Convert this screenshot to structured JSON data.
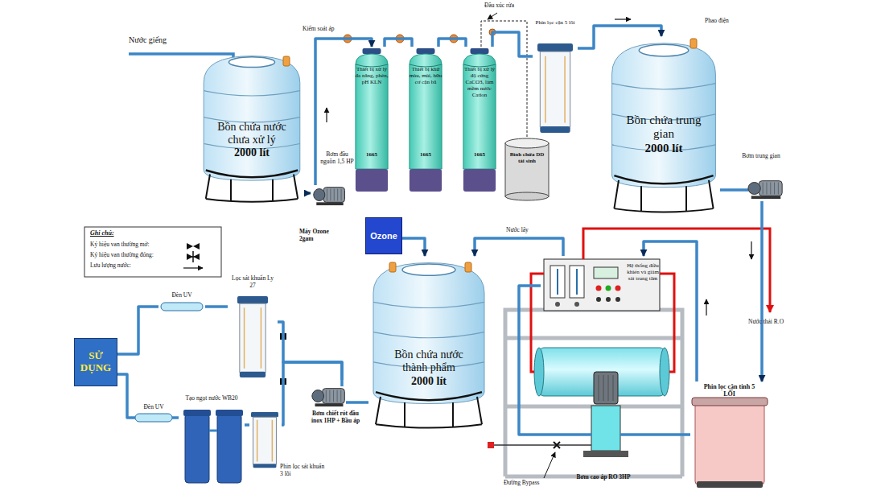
{
  "diagram": {
    "nodes": [
      {
        "text": [
          "Bồn chứa nước chưa xử lý",
          "2000 lít"
        ]
      },
      {
        "text": [
          "Bơm đầu nguồn 1,5 HP"
        ]
      },
      {
        "text": [
          "Thiết bị xử lý đa năng, phèn, pH KLN",
          "1665"
        ]
      },
      {
        "text": [
          "Thiết bị khử màu, mùi, hữu cơ cặn bã",
          "1665"
        ]
      },
      {
        "text": [
          "Thiết bị xử lý độ cứng CaCO3, làm mềm nước Cation",
          "1665"
        ]
      },
      {
        "text": [
          "Bình chứa DD tái sinh"
        ]
      },
      {
        "text": [
          "Phin lọc cặn 5 lõi"
        ]
      },
      {
        "text": [
          "Bồn chứa trung gian",
          "2000 lít"
        ]
      },
      {
        "text": [
          "Bơm trung gian"
        ]
      },
      {
        "text": [
          "Phin lọc cặn tinh 5 LÕI"
        ]
      },
      {
        "text": [
          "Bơm cao áp RO 3HP"
        ]
      },
      {
        "text": [
          "Hệ thống điều khiển và giám sát trung tâm"
        ]
      },
      {
        "text": [
          "Ozone",
          "Máy Ozone 2gam"
        ]
      },
      {
        "text": [
          "Bồn chứa nước thành phẩm",
          "2000 lít"
        ]
      },
      {
        "text": [
          "Bơm chiết rót đầu inox 1HP + Bầu áp"
        ]
      },
      {
        "text": [
          "Lọc sát khuẩn Ly 27"
        ]
      },
      {
        "text": [
          "Đèn UV"
        ]
      },
      {
        "text": [
          "SỬ DỤNG"
        ]
      },
      {
        "text": [
          "Đèn UV"
        ]
      },
      {
        "text": [
          "Tạo ngọt nước WB20"
        ]
      },
      {
        "text": [
          "Phin lọc sát khuẩn 3 lõi"
        ]
      }
    ],
    "edges": [
      {
        "from": 0,
        "to": 1,
        "arrow": "to"
      },
      {
        "from": 1,
        "to": 2,
        "arrow": "to"
      },
      {
        "from": 2,
        "to": 3,
        "arrow": "none"
      },
      {
        "from": 3,
        "to": 4,
        "arrow": "none"
      },
      {
        "from": 4,
        "to": 5,
        "arrow": "none"
      },
      {
        "from": 4,
        "to": 6,
        "arrow": "none"
      },
      {
        "from": 6,
        "to": 7,
        "arrow": "to"
      },
      {
        "from": 7,
        "to": 8,
        "arrow": "none"
      },
      {
        "from": 8,
        "to": 9,
        "arrow": "to"
      },
      {
        "from": 9,
        "to": 10,
        "arrow": "none"
      },
      {
        "from": 10,
        "to": 11,
        "arrow": "none"
      },
      {
        "from": 9,
        "to": 11,
        "arrow": "to"
      },
      {
        "from": 11,
        "to": 13,
        "label": "Nước lấy",
        "arrow": "to"
      },
      {
        "from": 12,
        "to": 13,
        "arrow": "to"
      },
      {
        "from": 13,
        "to": 14,
        "arrow": "none"
      },
      {
        "from": 14,
        "to": 15,
        "arrow": "none"
      },
      {
        "from": 14,
        "to": 20,
        "arrow": "none"
      },
      {
        "from": 15,
        "to": 16,
        "arrow": "none"
      },
      {
        "from": 16,
        "to": 17,
        "arrow": "none"
      },
      {
        "from": 20,
        "to": 19,
        "arrow": "none"
      },
      {
        "from": 19,
        "to": 18,
        "arrow": "none"
      },
      {
        "from": 18,
        "to": 17,
        "arrow": "none"
      }
    ],
    "labels": [
      "Nước giếng",
      "Kiểm soát áp",
      "Đầu xúc rửa",
      "Phao điện",
      "Nước thải R.O",
      "Đường Bypass",
      "Ghi chú:"
    ],
    "legend": [
      {
        "text": "Ký hiệu van thường mở:"
      },
      {
        "text": "Ký hiệu van thường đóng:"
      },
      {
        "text": "Lưu lượng nước:"
      }
    ]
  }
}
